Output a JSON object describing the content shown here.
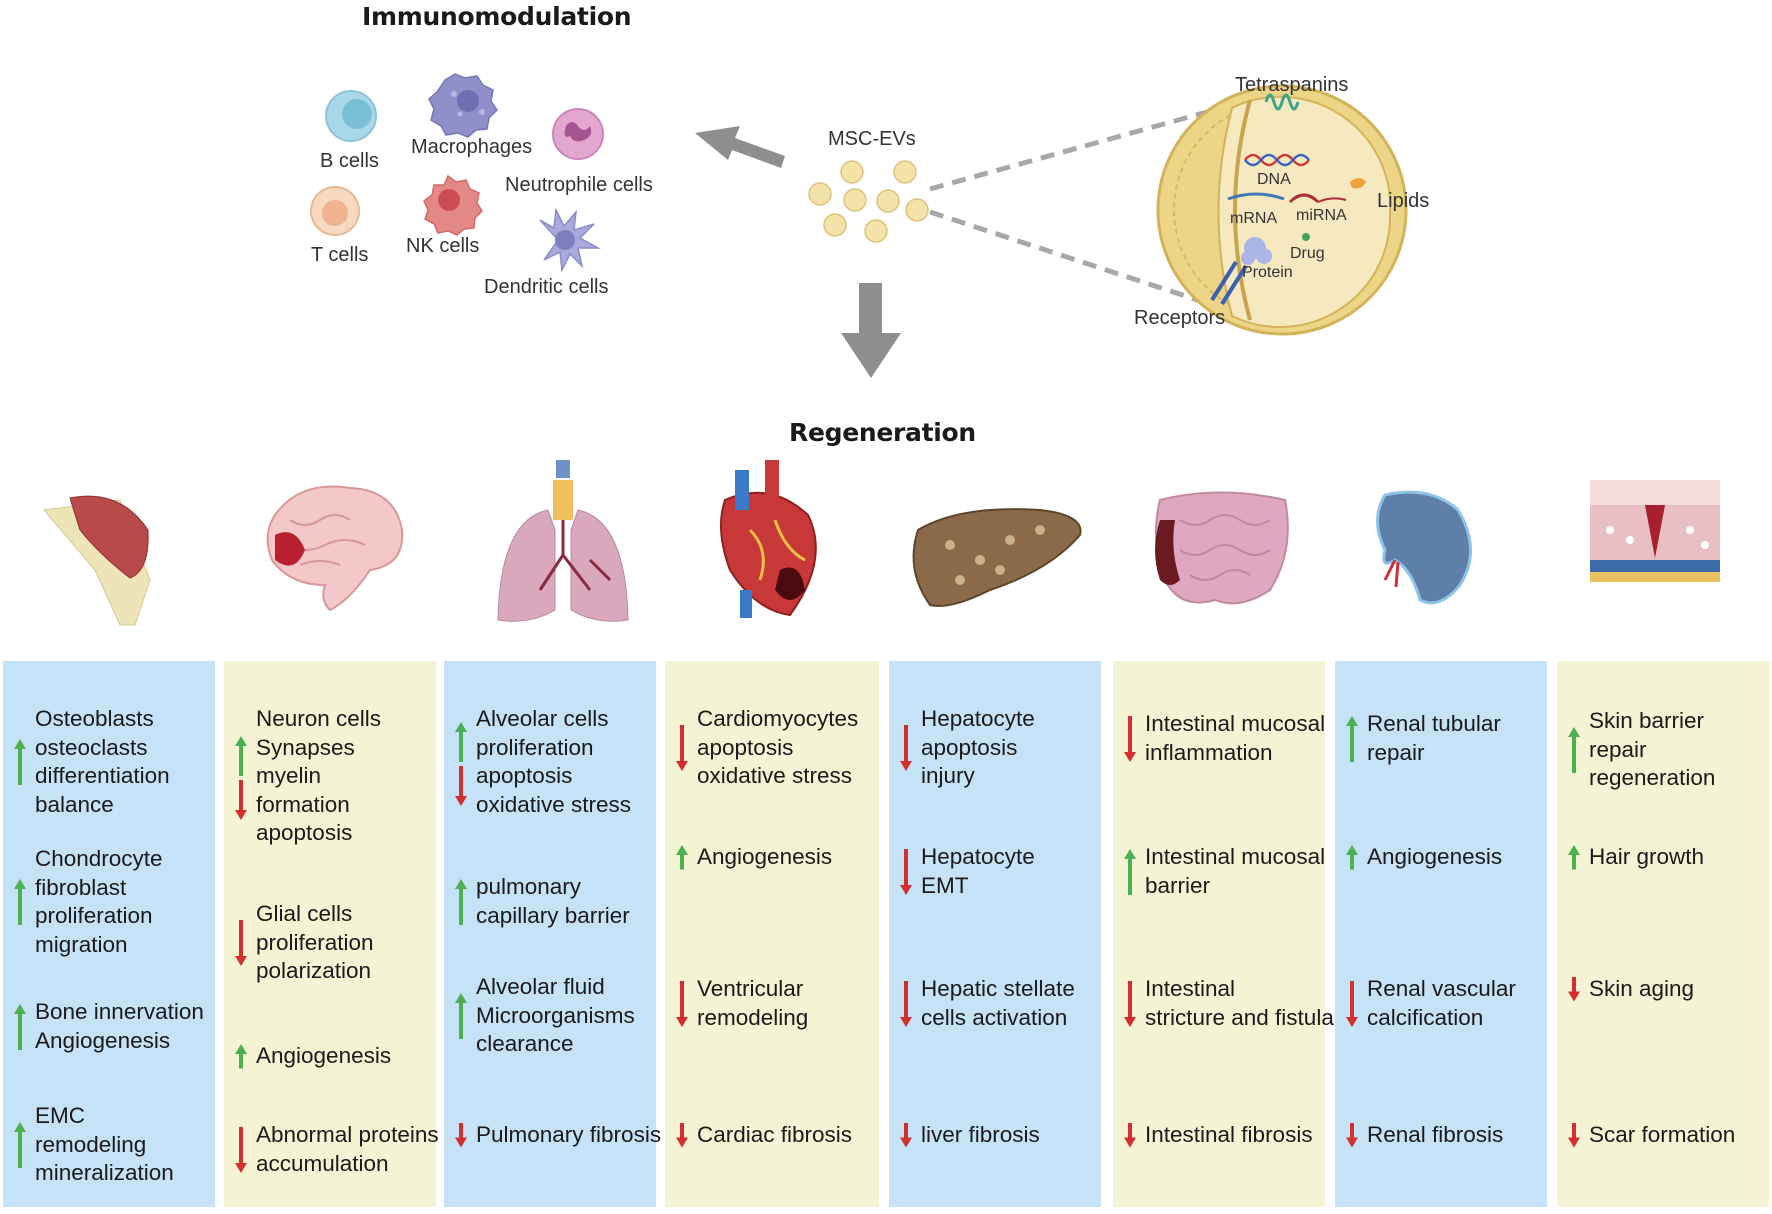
{
  "top": {
    "immunomodulation_title": "Immunomodulation",
    "regeneration_title": "Regeneration",
    "msc_label": "MSC-EVs"
  },
  "immune_cells": {
    "b_cells": "B cells",
    "macrophages": "Macrophages",
    "neutrophile": "Neutrophile cells",
    "t_cells": "T cells",
    "nk_cells": "NK cells",
    "dendritic": "Dendritic cells"
  },
  "vesicle": {
    "tetraspanins": "Tetraspanins",
    "dna": "DNA",
    "mrna": "mRNA",
    "mirna": "miRNA",
    "lipids": "Lipids",
    "drug": "Drug",
    "protein": "Protein",
    "receptors": "Receptors"
  },
  "colors": {
    "up_arrow": "#4caf50",
    "down_arrow": "#d32f2f",
    "blue_panel": "#c6e2f6",
    "yellow_panel": "#f4f4d4"
  },
  "organs": [
    "muscle-bone-icon",
    "brain-icon",
    "lungs-icon",
    "heart-icon",
    "liver-icon",
    "intestine-icon",
    "kidney-icon",
    "skin-icon"
  ],
  "panels": [
    {
      "items": [
        {
          "lines": [
            "Osteoblasts",
            "osteoclasts",
            "differentiation",
            "balance"
          ],
          "dirs": [
            "up"
          ]
        },
        {
          "lines": [
            "Chondrocyte",
            "fibroblast",
            "proliferation",
            "migration"
          ],
          "dirs": [
            "up"
          ]
        },
        {
          "lines": [
            "Bone innervation",
            "Angiogenesis"
          ],
          "dirs": [
            "up"
          ]
        },
        {
          "lines": [
            "EMC",
            "remodeling",
            "mineralization"
          ],
          "dirs": [
            "up"
          ]
        }
      ]
    },
    {
      "items": [
        {
          "lines": [
            "Neuron cells",
            "Synapses",
            "myelin",
            "formation",
            "apoptosis"
          ],
          "dirs": [
            "up",
            "down"
          ]
        },
        {
          "lines": [
            "Glial cells",
            "proliferation",
            "polarization"
          ],
          "dirs": [
            "down"
          ]
        },
        {
          "lines": [
            "Angiogenesis"
          ],
          "dirs": [
            "up"
          ]
        },
        {
          "lines": [
            "Abnormal proteins",
            "accumulation"
          ],
          "dirs": [
            "down"
          ]
        }
      ]
    },
    {
      "items": [
        {
          "lines": [
            "Alveolar cells",
            "proliferation",
            "apoptosis",
            "oxidative stress"
          ],
          "dirs": [
            "up",
            "down"
          ]
        },
        {
          "lines": [
            "pulmonary",
            "capillary barrier"
          ],
          "dirs": [
            "up"
          ]
        },
        {
          "lines": [
            "Alveolar fluid",
            "Microorganisms",
            "clearance"
          ],
          "dirs": [
            "up"
          ]
        },
        {
          "lines": [
            "Pulmonary fibrosis"
          ],
          "dirs": [
            "down"
          ]
        }
      ]
    },
    {
      "items": [
        {
          "lines": [
            "Cardiomyocytes",
            "apoptosis",
            "oxidative stress"
          ],
          "dirs": [
            "down"
          ]
        },
        {
          "lines": [
            "Angiogenesis"
          ],
          "dirs": [
            "up"
          ]
        },
        {
          "lines": [
            "Ventricular",
            "remodeling"
          ],
          "dirs": [
            "down"
          ]
        },
        {
          "lines": [
            "Cardiac fibrosis"
          ],
          "dirs": [
            "down"
          ]
        }
      ]
    },
    {
      "items": [
        {
          "lines": [
            "Hepatocyte",
            "apoptosis",
            "injury"
          ],
          "dirs": [
            "down"
          ]
        },
        {
          "lines": [
            "Hepatocyte",
            "EMT"
          ],
          "dirs": [
            "down"
          ]
        },
        {
          "lines": [
            "Hepatic stellate",
            "cells activation"
          ],
          "dirs": [
            "down"
          ]
        },
        {
          "lines": [
            "liver fibrosis"
          ],
          "dirs": [
            "down"
          ]
        }
      ]
    },
    {
      "items": [
        {
          "lines": [
            "Intestinal mucosal",
            "inflammation"
          ],
          "dirs": [
            "down"
          ]
        },
        {
          "lines": [
            "Intestinal mucosal",
            "barrier"
          ],
          "dirs": [
            "up"
          ]
        },
        {
          "lines": [
            "Intestinal",
            "stricture and fistula"
          ],
          "dirs": [
            "down"
          ]
        },
        {
          "lines": [
            "Intestinal fibrosis"
          ],
          "dirs": [
            "down"
          ]
        }
      ]
    },
    {
      "items": [
        {
          "lines": [
            "Renal tubular",
            "repair"
          ],
          "dirs": [
            "up"
          ]
        },
        {
          "lines": [
            "Angiogenesis"
          ],
          "dirs": [
            "up"
          ]
        },
        {
          "lines": [
            "Renal vascular",
            "calcification"
          ],
          "dirs": [
            "down"
          ]
        },
        {
          "lines": [
            "Renal fibrosis"
          ],
          "dirs": [
            "down"
          ]
        }
      ]
    },
    {
      "items": [
        {
          "lines": [
            "Skin barrier",
            "repair",
            "regeneration"
          ],
          "dirs": [
            "up"
          ]
        },
        {
          "lines": [
            "Hair growth"
          ],
          "dirs": [
            "up"
          ]
        },
        {
          "lines": [
            "Skin aging"
          ],
          "dirs": [
            "down"
          ]
        },
        {
          "lines": [
            "Scar formation"
          ],
          "dirs": [
            "down"
          ]
        }
      ]
    }
  ]
}
